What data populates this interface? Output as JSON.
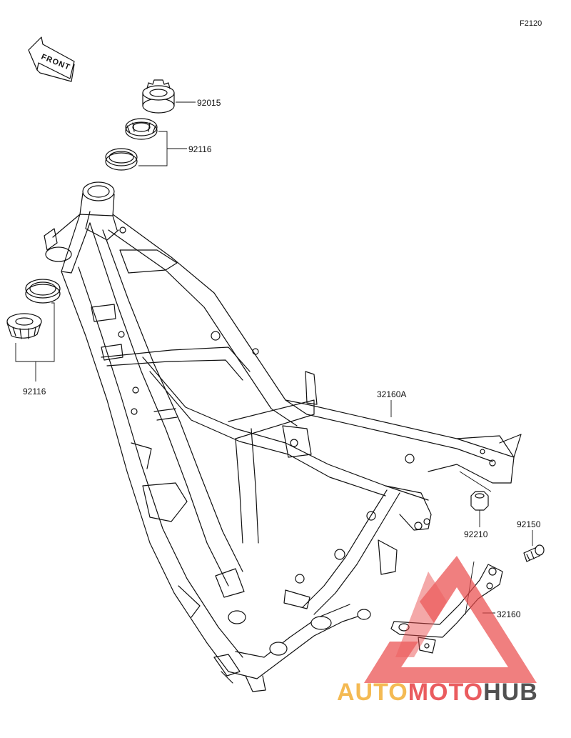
{
  "diagram": {
    "code": "F2120",
    "front_arrow_label": "FRONT",
    "parts": [
      {
        "id": "p1",
        "number": "92015"
      },
      {
        "id": "p2",
        "number": "92116"
      },
      {
        "id": "p3",
        "number": "92116"
      },
      {
        "id": "p4",
        "number": "32160A"
      },
      {
        "id": "p5",
        "number": "92210"
      },
      {
        "id": "p6",
        "number": "92150"
      },
      {
        "id": "p7",
        "number": "32160"
      }
    ]
  },
  "watermark": {
    "part1": "AUTO",
    "part2": "MOTO",
    "part3": "HUB",
    "colors": {
      "auto": "#f3b13c",
      "moto": "#e8464a",
      "hub": "#3a3a3a",
      "triangle": "#ea4a4a"
    }
  }
}
